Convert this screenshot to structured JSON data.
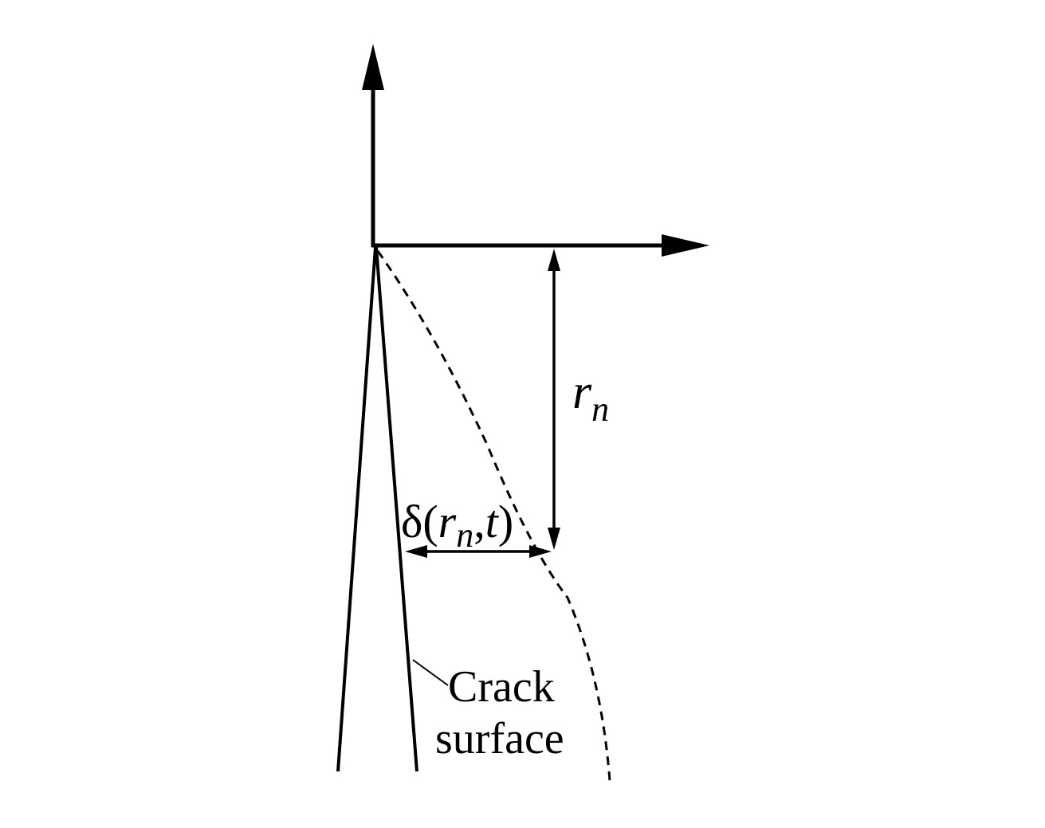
{
  "labels": {
    "rn_symbol": "r",
    "rn_subscript": "n",
    "delta_prefix": "δ(",
    "delta_r": "r",
    "delta_subscript": "n",
    "delta_comma": ",",
    "delta_t": "t",
    "delta_suffix": ")",
    "crack_line1": "Crack",
    "crack_line2": "surface"
  },
  "colors": {
    "ink": "#000000",
    "background": "#ffffff"
  }
}
